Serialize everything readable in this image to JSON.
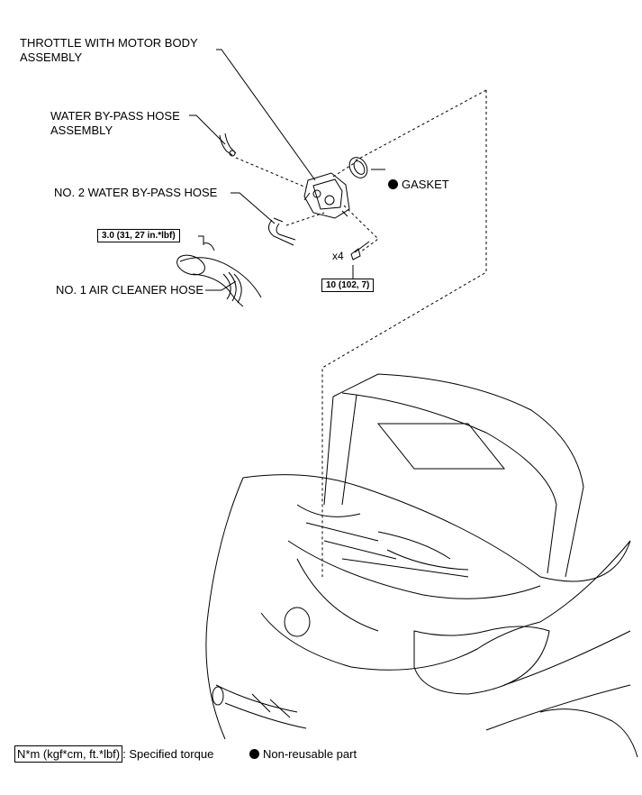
{
  "parts": {
    "throttle_body": "THROTTLE WITH MOTOR BODY\nASSEMBLY",
    "water_bypass_hose_assembly": "WATER BY-PASS HOSE\nASSEMBLY",
    "no2_water_bypass_hose": "NO. 2 WATER BY-PASS HOSE",
    "no1_air_cleaner_hose": "NO. 1 AIR CLEANER HOSE",
    "gasket": "GASKET"
  },
  "torque": {
    "clamp": "3.0 (31, 27 in.*lbf)",
    "bolt": "10 (102, 7)",
    "bolt_qty": "x4"
  },
  "legend": {
    "torque_format": "N*m (kgf*cm, ft.*lbf)",
    "torque_desc": ": Specified torque",
    "non_reusable": "Non-reusable part"
  }
}
